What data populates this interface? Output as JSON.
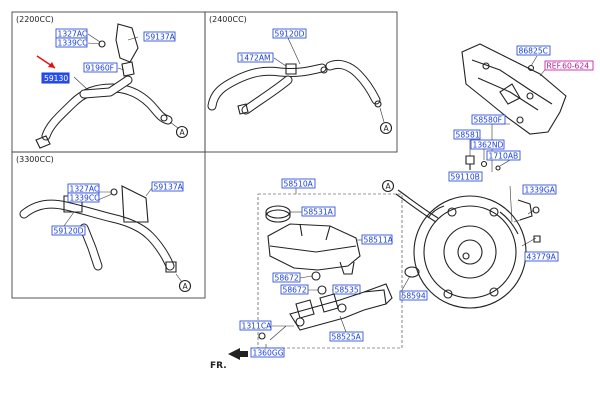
{
  "sections": {
    "s2200": "(2200CC)",
    "s2400": "(2400CC)",
    "s3300": "(3300CC)"
  },
  "labels": {
    "l_1327AC_a": "1327AC",
    "l_1339CC_a": "1339CC",
    "l_59137A_a": "59137A",
    "l_91960F": "91960F",
    "l_59130": "59130",
    "l_59120D": "59120D",
    "l_1472AM": "1472AM",
    "l_1327AC_b": "1327AC",
    "l_1339CC_b": "1339CC",
    "l_59137A_b": "59137A",
    "l_59120D_b": "59120D",
    "l_86825C": "86825C",
    "l_REF": "REF.60-624",
    "l_58580F": "58580F",
    "l_58581": "58581",
    "l_1362ND": "1362ND",
    "l_1710AB": "1710AB",
    "l_59110B": "59110B",
    "l_1339GA": "1339GA",
    "l_43779A": "43779A",
    "l_58594": "58594",
    "l_58510A": "58510A",
    "l_58531A": "58531A",
    "l_58511A": "58511A",
    "l_58672_a": "58672",
    "l_58672_b": "58672",
    "l_58535": "58535",
    "l_58525A": "58525A",
    "l_1311CA": "1311CA",
    "l_1360GG": "1360GG"
  },
  "markers": {
    "a1": "A",
    "a2": "A",
    "a3": "A",
    "a4": "A"
  },
  "direction": "FR.",
  "colors": {
    "label_blue": "#1a3fd6",
    "highlight": "#2a4ef0",
    "ref_magenta": "#c0109a",
    "arrow_red": "#e01010"
  }
}
